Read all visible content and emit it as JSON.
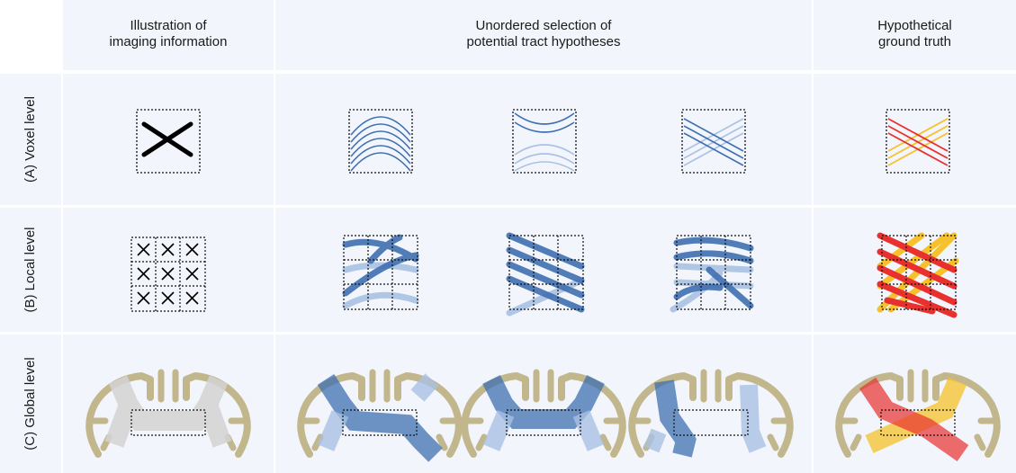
{
  "columns": {
    "imaging": "Illustration of\nimaging information",
    "hypotheses": "Unordered selection of\npotential tract hypotheses",
    "truth": "Hypothetical\nground truth"
  },
  "rows": {
    "voxel": "(A) Voxel level",
    "local": "(B) Local level",
    "global": "(C) Global level"
  },
  "colors": {
    "panel": "#f2f5fb",
    "blue": "#3f6fb0",
    "blue_light": "#a9c1e3",
    "red": "#e8312f",
    "yellow": "#f6c12a",
    "brain": "#c2b78c",
    "gray_tract": "#d4d4d4"
  },
  "icons": {
    "crossing": "x-crossing-icon",
    "brain": "brain-outline-icon"
  }
}
